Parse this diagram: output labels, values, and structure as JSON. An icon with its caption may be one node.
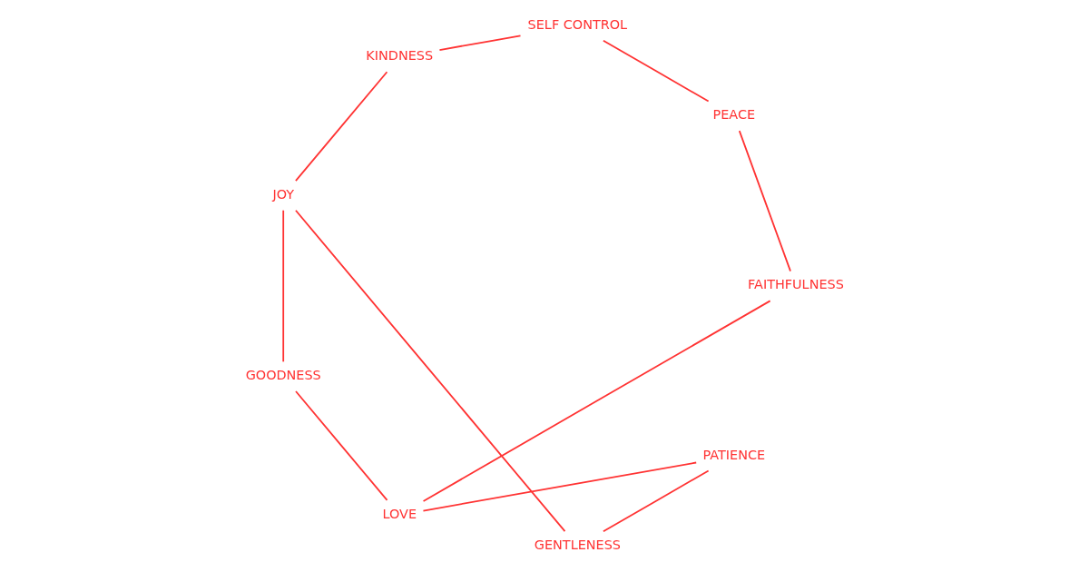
{
  "diagram": {
    "nodes": [
      {
        "text": [
          "LOVE"
        ]
      },
      {
        "text": [
          "JOY"
        ]
      },
      {
        "text": [
          "PEACE"
        ]
      },
      {
        "text": [
          "PATIENCE"
        ]
      },
      {
        "text": [
          "KINDNESS"
        ]
      },
      {
        "text": [
          "GOODNESS"
        ]
      },
      {
        "text": [
          "FAITHFULNESS"
        ]
      },
      {
        "text": [
          "GENTLENESS"
        ]
      },
      {
        "text": [
          "SELF CONTROL"
        ]
      }
    ],
    "edges": [
      {
        "from": 0,
        "to": 6,
        "arrow": "none"
      },
      {
        "from": 0,
        "to": 5,
        "arrow": "none"
      },
      {
        "from": 0,
        "to": 3,
        "arrow": "none"
      },
      {
        "from": 1,
        "to": 7,
        "arrow": "none"
      },
      {
        "from": 1,
        "to": 5,
        "arrow": "none"
      },
      {
        "from": 1,
        "to": 4,
        "arrow": "none"
      },
      {
        "from": 8,
        "to": 2,
        "arrow": "none"
      },
      {
        "from": 8,
        "to": 4,
        "arrow": "none"
      },
      {
        "from": 2,
        "to": 6,
        "arrow": "none"
      },
      {
        "from": 7,
        "to": 3,
        "arrow": "none"
      }
    ]
  }
}
